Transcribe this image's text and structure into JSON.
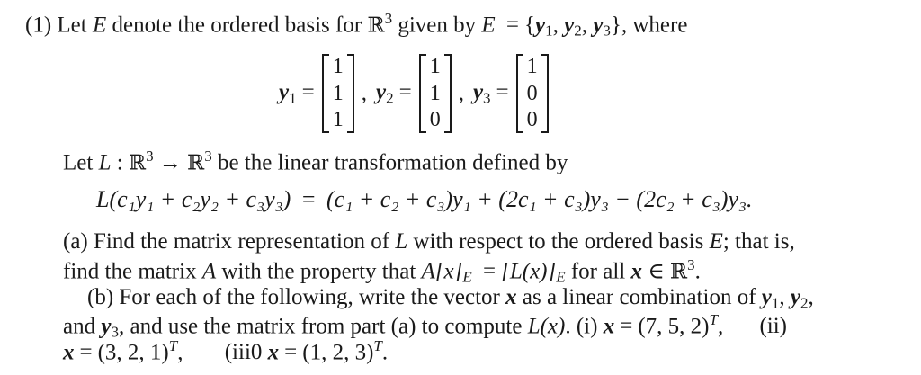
{
  "problem": {
    "number": "(1)",
    "intro": {
      "let": "Let",
      "E": "E",
      "text1": "denote the ordered basis for",
      "R": "ℝ",
      "R_exp": "3",
      "text2": "given by",
      "eq": "=",
      "set_open": "{",
      "y": "y",
      "s1": "1",
      "s2": "2",
      "s3": "3",
      "sep": ",",
      "set_close": "}",
      "where": ", where"
    },
    "basis_vectors": [
      {
        "label": "y",
        "sub": "1",
        "entries": [
          "1",
          "1",
          "1"
        ]
      },
      {
        "label": "y",
        "sub": "2",
        "entries": [
          "1",
          "1",
          "0"
        ]
      },
      {
        "label": "y",
        "sub": "3",
        "entries": [
          "1",
          "0",
          "0"
        ]
      }
    ],
    "transformation_intro": {
      "let": "Let",
      "L": "L",
      "colon": " : ",
      "R": "ℝ",
      "exp": "3",
      "arrow": " → ",
      "text": "be the linear transformation defined by"
    },
    "definition_equation": {
      "lhs": "L(c₁y₁ + c₂y₂ + c₃y₃)",
      "rhs": "(c₁ + c₂ + c₃)y₁ + (2c₁ + c₃)y₃ − (2c₂ + c₃)y₃."
    },
    "part_a": {
      "label": "(a)",
      "line1": "Find the matrix representation of",
      "L": "L",
      "line1b": "with respect to the ordered basis",
      "E": "E",
      "line1c": "; that is,",
      "line2a": "find the matrix",
      "A": "A",
      "line2b": "with the property that",
      "prop_lhs": "A[x]",
      "prop_rhs": "[L(x)]",
      "sub_E": "E",
      "eq": "=",
      "line2c": "for all",
      "x": "x",
      "in": "∈",
      "R": "ℝ",
      "exp": "3",
      "end": "."
    },
    "part_b": {
      "label": "(b)",
      "line1a": "For each of the following, write the vector",
      "line1b": "as a linear combination of",
      "line2a": "and",
      "line2b": ", and use the matrix from part (a) to compute",
      "Lx": "L(x)",
      "items": [
        {
          "label": "(i)",
          "value": "(7, 5, 2)",
          "exp": "T"
        },
        {
          "label": "(ii)",
          "value": "(3, 2, 1)",
          "exp": "T"
        },
        {
          "label": "(iii0",
          "value": "(1, 2, 3)",
          "exp": "T"
        }
      ]
    }
  }
}
